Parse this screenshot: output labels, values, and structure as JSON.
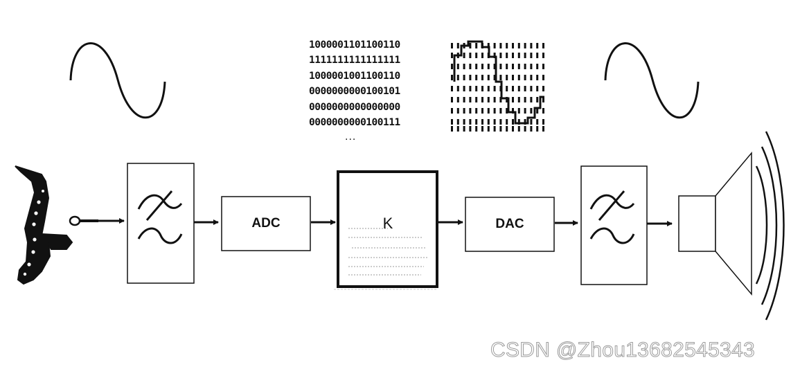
{
  "blocks": {
    "adc": "ADC",
    "dac": "DAC",
    "processor": "K"
  },
  "binary_rows": [
    "1000001101100110",
    "1111111111111111",
    "1000001001100110",
    "0000000000100101",
    "0000000000000000",
    "0000000000100111"
  ],
  "ellipsis": "...",
  "watermark": "CSDN @Zhou13682545343",
  "colors": {
    "ink": "#111111",
    "watermark_outline": "#9a9a9a"
  }
}
